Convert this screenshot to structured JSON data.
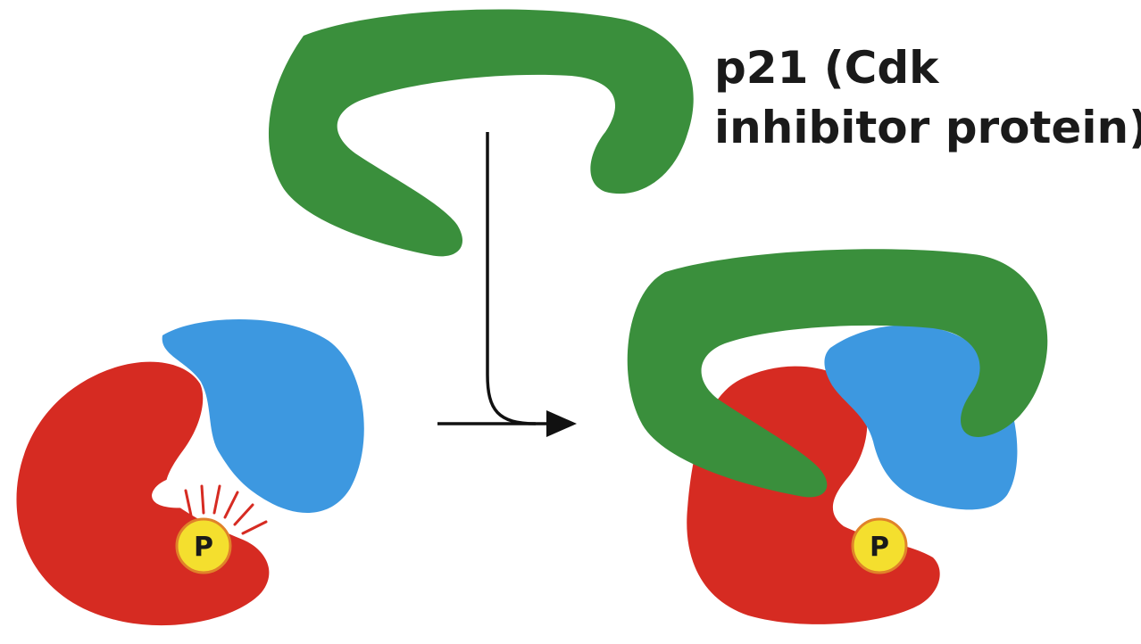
{
  "label": {
    "line1": "p21 (Cdk",
    "line2": "inhibitor protein)"
  },
  "phosphate": {
    "left": "P",
    "right": "P"
  },
  "colors": {
    "p21": "#3a8f3c",
    "cdk": "#d62b22",
    "cyclin": "#3d98e0",
    "phosphate": "#f4df2e",
    "phosphate_outline": "#e0822a",
    "glow": "#d62b22",
    "arrow": "#111111"
  }
}
